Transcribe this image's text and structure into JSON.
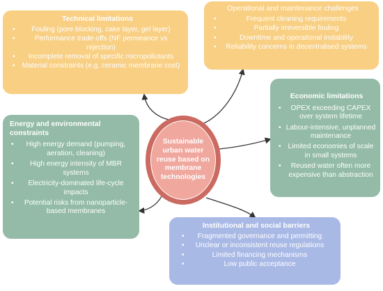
{
  "center": {
    "label": "Sustainable urban water reuse based on membrane technologies"
  },
  "technical": {
    "title": "Technical limitations",
    "items": [
      "Fouling (pore blocking, cake layer, gel layer)",
      "Performance trade-offs (NF permeance vs rejection)",
      "Incomplete removal of specific micropollutants",
      "Material constraints (e.g. ceramic membrane cost)"
    ]
  },
  "operational": {
    "title": "Operational and maintenance challenges",
    "items": [
      "Frequent cleaning requirements",
      "Partially irreversible fouling",
      "Downtime and operational instability",
      "Reliability concerns in decentralised systems"
    ]
  },
  "economic": {
    "title": "Economic limitations",
    "items": [
      "OPEX exceeding CAPEX over system lifetime",
      "Labour-intensive, unplanned maintenance",
      "Limited economies of scale in small systems",
      "Reused water often more expensive than abstraction"
    ]
  },
  "energy": {
    "title": "Energy and environmental constraints",
    "items": [
      "High energy demand (pumping, aeration, cleaning)",
      "High energy intensity of MBR systems",
      "Electricity-dominated life-cycle impacts",
      "Potential risks from nanoparticle-based membranes"
    ]
  },
  "institutional": {
    "title": "Institutional and social barriers",
    "items": [
      "Fragmented governance and permitting",
      "Unclear or inconsistent reuse regulations",
      "Limited financing mechanisms",
      "Low public acceptance"
    ]
  },
  "colors": {
    "orange_box": "#f8cf83",
    "green_box": "#93bba7",
    "blue_box": "#a9b9e6",
    "hub_ring": "#cb6a61",
    "hub_fill": "#f0a79e",
    "arrow": "#333333"
  }
}
